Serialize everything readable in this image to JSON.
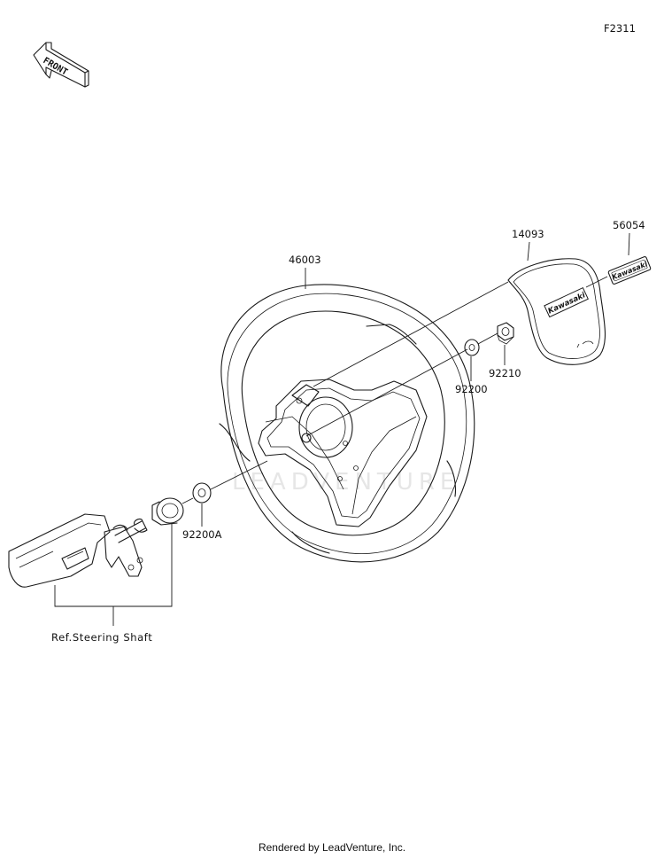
{
  "figure_code": "F2311",
  "front_label": "FRONT",
  "watermark": "LEADVENTURE",
  "logo_text": "Kawasaki",
  "parts": {
    "p46003": "46003",
    "p14093": "14093",
    "p56054": "56054",
    "p92200": "92200",
    "p92210": "92210",
    "p92200A": "92200A"
  },
  "reference": "Ref.Steering Shaft",
  "footer": "Rendered by LeadVenture, Inc."
}
